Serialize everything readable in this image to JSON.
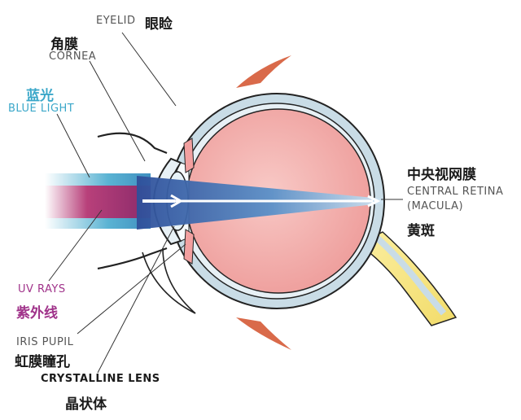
{
  "labels": {
    "eyelid_en": "EYELID",
    "eyelid_zh": "眼睑",
    "cornea_zh": "角膜",
    "cornea_en": "CORNEA",
    "bluelight_zh": "蓝光",
    "bluelight_en": "BLUE LIGHT",
    "macula_zh_top": "中央视网膜",
    "retina_en": "CENTRAL RETINA",
    "macula_en": "(MACULA)",
    "macula_zh": "黄斑",
    "uv_en": "UV RAYS",
    "uv_zh": "紫外线",
    "iris_en": "IRIS PUPIL",
    "iris_zh": "虹膜瞳孔",
    "lens_en": "CRYSTALLINE LENS",
    "lens_zh": "晶状体"
  },
  "colors": {
    "blue_light": "#3aa7c9",
    "uv_rays": "#a0338a",
    "eye_interior": "#f2a8a8",
    "sclera": "#c9dce6",
    "eyelid": "#d96a4a",
    "optic_nerve": "#f2e27a"
  }
}
